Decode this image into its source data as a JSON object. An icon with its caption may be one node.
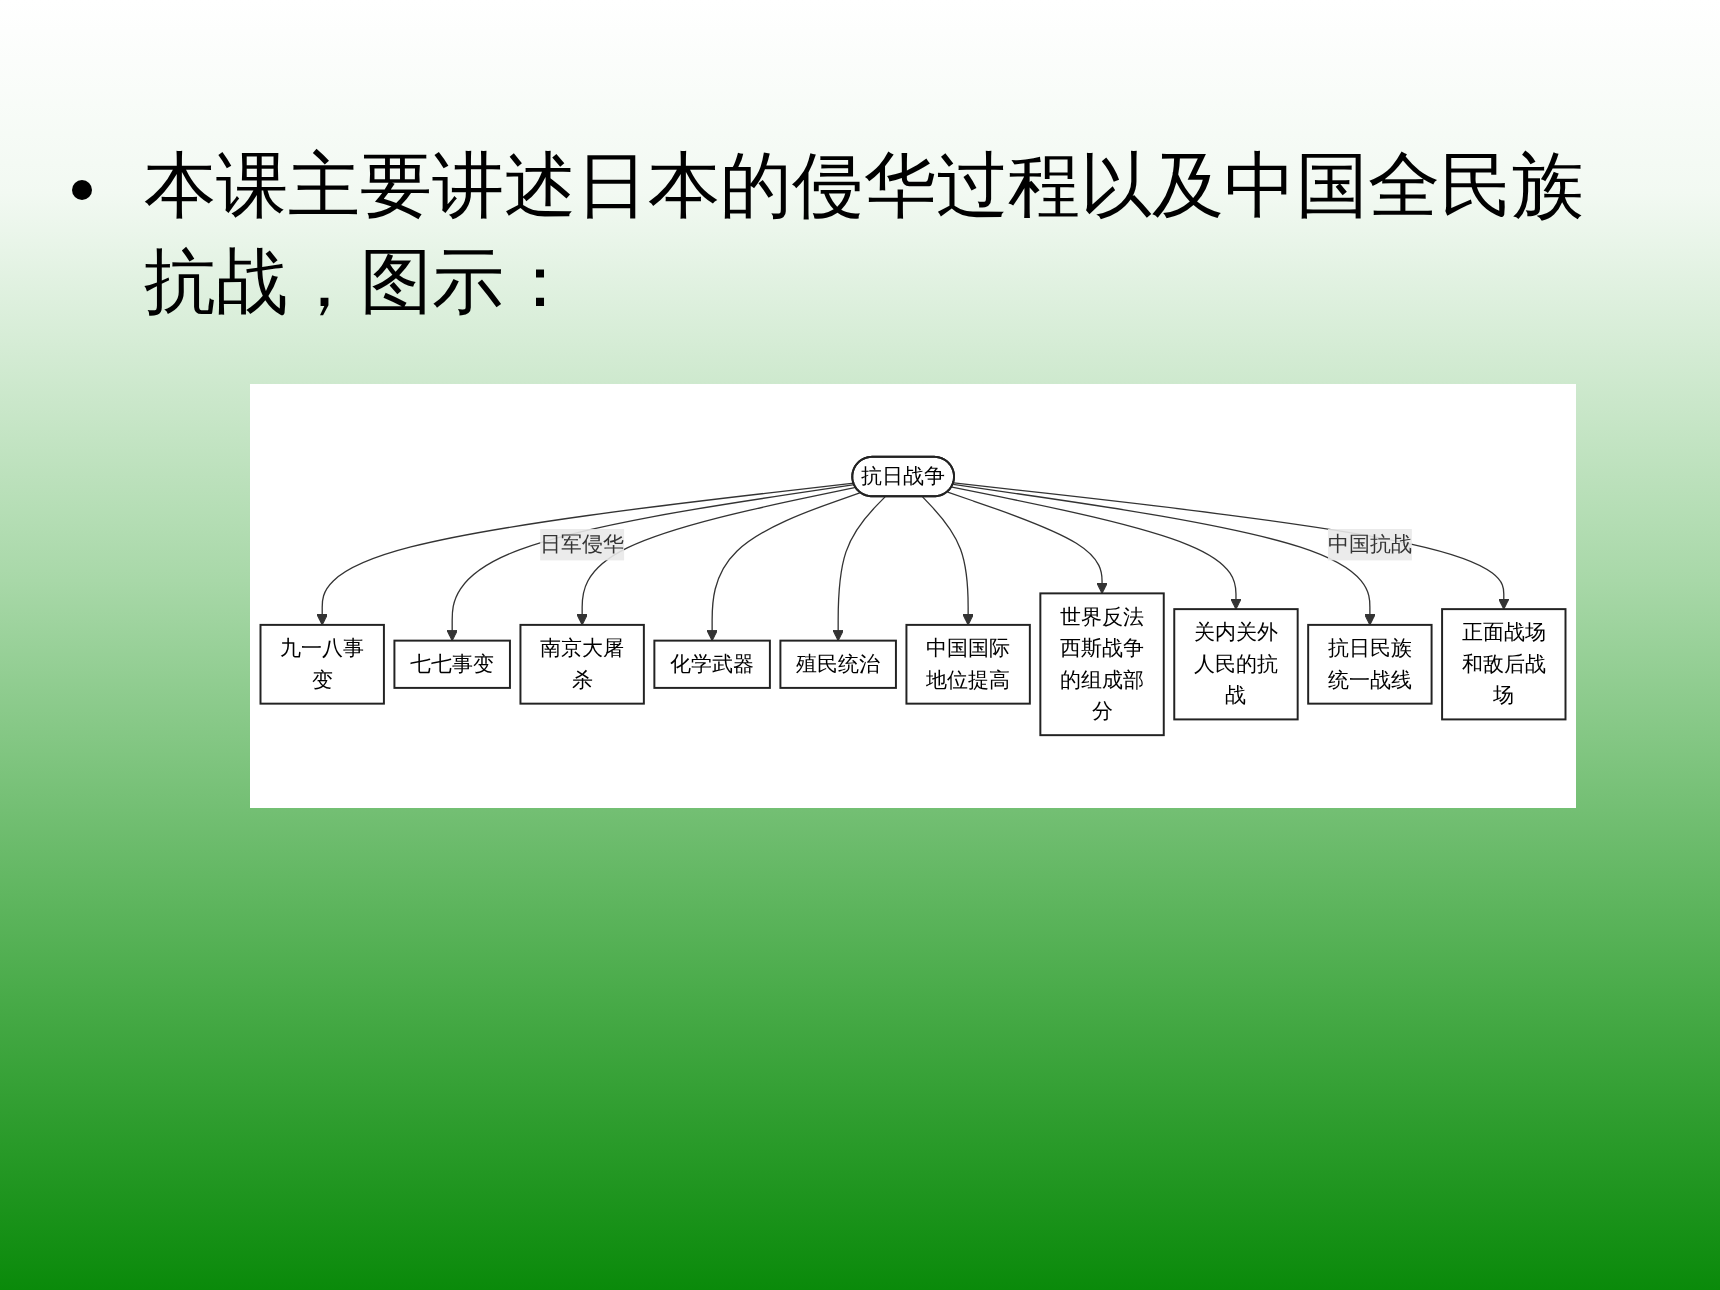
{
  "diagram": {
    "title": "本课主要讲述日本的侵华过程以及中国全民族抗战，图示：",
    "nodes": [
      {
        "text": [
          "抗日战争"
        ]
      },
      {
        "text": [
          "九一八事变"
        ]
      },
      {
        "text": [
          "七七事变"
        ]
      },
      {
        "text": [
          "南京大屠杀"
        ]
      },
      {
        "text": [
          "化学武器"
        ]
      },
      {
        "text": [
          "殖民统治"
        ]
      },
      {
        "text": [
          "中国国际地位提高"
        ]
      },
      {
        "text": [
          "世界反法西斯战争的组成部分"
        ]
      },
      {
        "text": [
          "关内关外人民的抗战"
        ]
      },
      {
        "text": [
          "抗日民族统一战线"
        ]
      },
      {
        "text": [
          "正面战场和敌后战场"
        ]
      }
    ],
    "edges": [
      {
        "from": 0,
        "to": 1,
        "arrow": "to"
      },
      {
        "from": 0,
        "to": 2,
        "arrow": "to"
      },
      {
        "from": 0,
        "to": 3,
        "arrow": "to",
        "label": "日军侵华"
      },
      {
        "from": 0,
        "to": 4,
        "arrow": "to"
      },
      {
        "from": 0,
        "to": 5,
        "arrow": "to"
      },
      {
        "from": 0,
        "to": 6,
        "arrow": "to"
      },
      {
        "from": 0,
        "to": 7,
        "arrow": "to"
      },
      {
        "from": 0,
        "to": 8,
        "arrow": "to"
      },
      {
        "from": 0,
        "to": 9,
        "arrow": "to",
        "label": "中国抗战"
      },
      {
        "from": 0,
        "to": 10,
        "arrow": "to"
      }
    ]
  }
}
